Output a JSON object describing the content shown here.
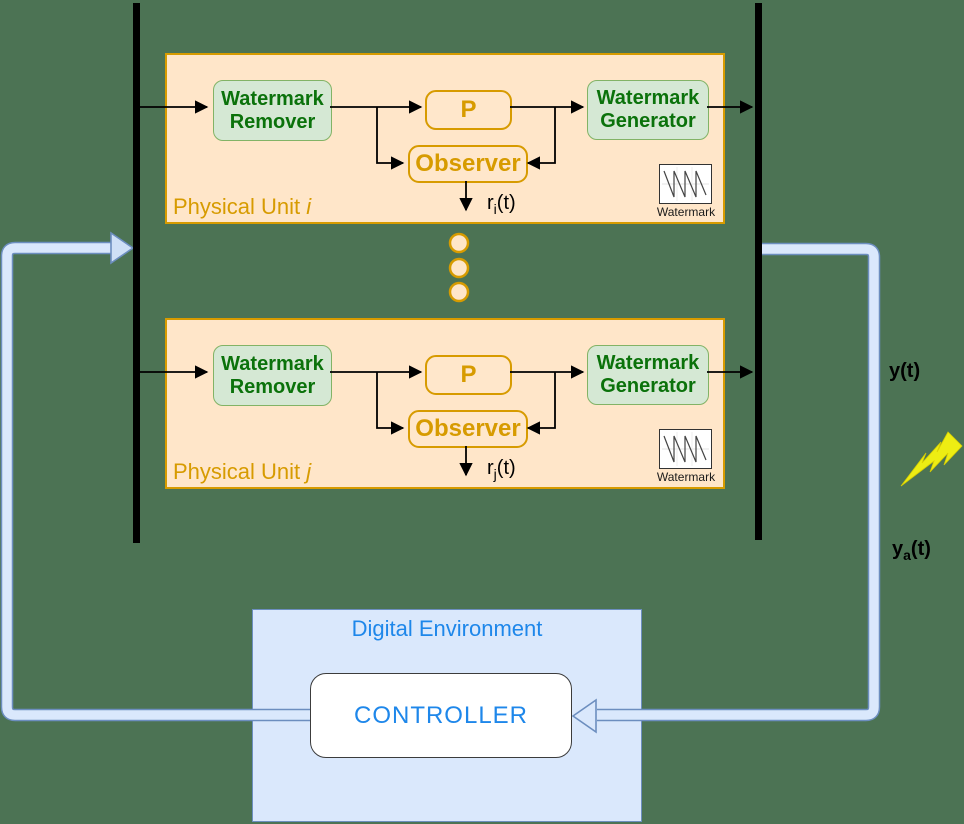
{
  "units": [
    {
      "title": "Physical Unit",
      "title_var": "i",
      "remover_label": "Watermark Remover",
      "plant_label": "P",
      "observer_label": "Observer",
      "generator_label": "Watermark Generator",
      "watermark_caption": "Watermark",
      "residual": {
        "pre": "r",
        "sub": "i",
        "post": "(t)"
      }
    },
    {
      "title": "Physical Unit",
      "title_var": "j",
      "remover_label": "Watermark Remover",
      "plant_label": "P",
      "observer_label": "Observer",
      "generator_label": "Watermark Generator",
      "watermark_caption": "Watermark",
      "residual": {
        "pre": "r",
        "sub": "j",
        "post": "(t)"
      }
    }
  ],
  "signals": {
    "output_label": "y(t)",
    "attacked_output": {
      "pre": "y",
      "sub": "a",
      "post": "(t)"
    }
  },
  "digital_environment": {
    "title": "Digital Environment",
    "controller_label": "CONTROLLER"
  },
  "colors": {
    "background": "#4C7354",
    "unit_fill": "#FFE6C9",
    "unit_border": "#D79B00",
    "module_green_fill": "#D5E8D4",
    "module_green_border": "#82B366",
    "module_green_text": "#0B720B",
    "module_orange_text": "#D79B00",
    "digital_fill": "#DAE8FC",
    "digital_border": "#6C8EBF",
    "digital_text": "#1E87EA",
    "pipe_fill": "#DAE8FC",
    "pipe_border": "#6C8EBF",
    "attack_bolt": "#EDED13",
    "wire": "#000000",
    "bus_bar": "#000000"
  }
}
